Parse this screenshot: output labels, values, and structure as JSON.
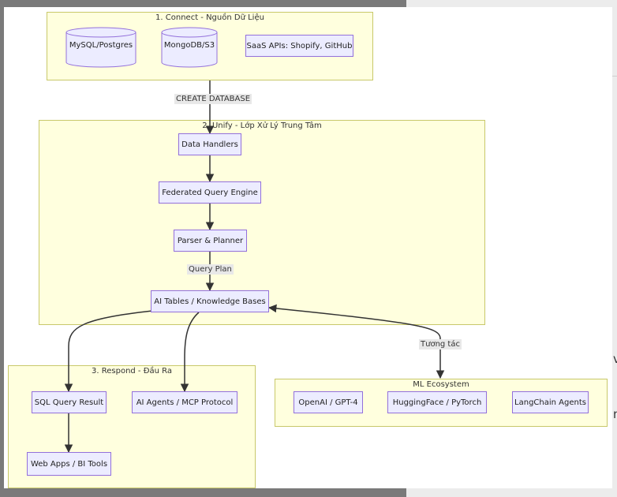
{
  "clusters": {
    "connect": "1. Connect - Nguồn Dữ Liệu",
    "unify": "2. Unify - Lớp Xử Lý Trung Tâm",
    "respond": "3. Respond - Đầu Ra",
    "ml": "ML Ecosystem"
  },
  "nodes": {
    "mysql": "MySQL/Postgres",
    "mongo": "MongoDB/S3",
    "saas": "SaaS APIs: Shopify, GitHub",
    "handlers": "Data Handlers",
    "federated": "Federated Query Engine",
    "parser": "Parser & Planner",
    "ai_tables": "AI Tables / Knowledge Bases",
    "sql_result": "SQL Query Result",
    "ai_agents": "AI Agents / MCP Protocol",
    "web_apps": "Web Apps / BI Tools",
    "openai": "OpenAI / GPT-4",
    "huggingface": "HuggingFace / PyTorch",
    "langchain": "LangChain Agents"
  },
  "edge_labels": {
    "create_db": "CREATE DATABASE",
    "query_plan": "Query Plan",
    "interact": "Tương tác"
  },
  "background": {
    "frag_v": "v",
    "frag_n": "n"
  },
  "colors": {
    "cluster_fill": "#ffffde",
    "cluster_border": "#c8c86a",
    "node_fill": "#ececff",
    "node_border": "#9370db",
    "edge": "#333333"
  }
}
